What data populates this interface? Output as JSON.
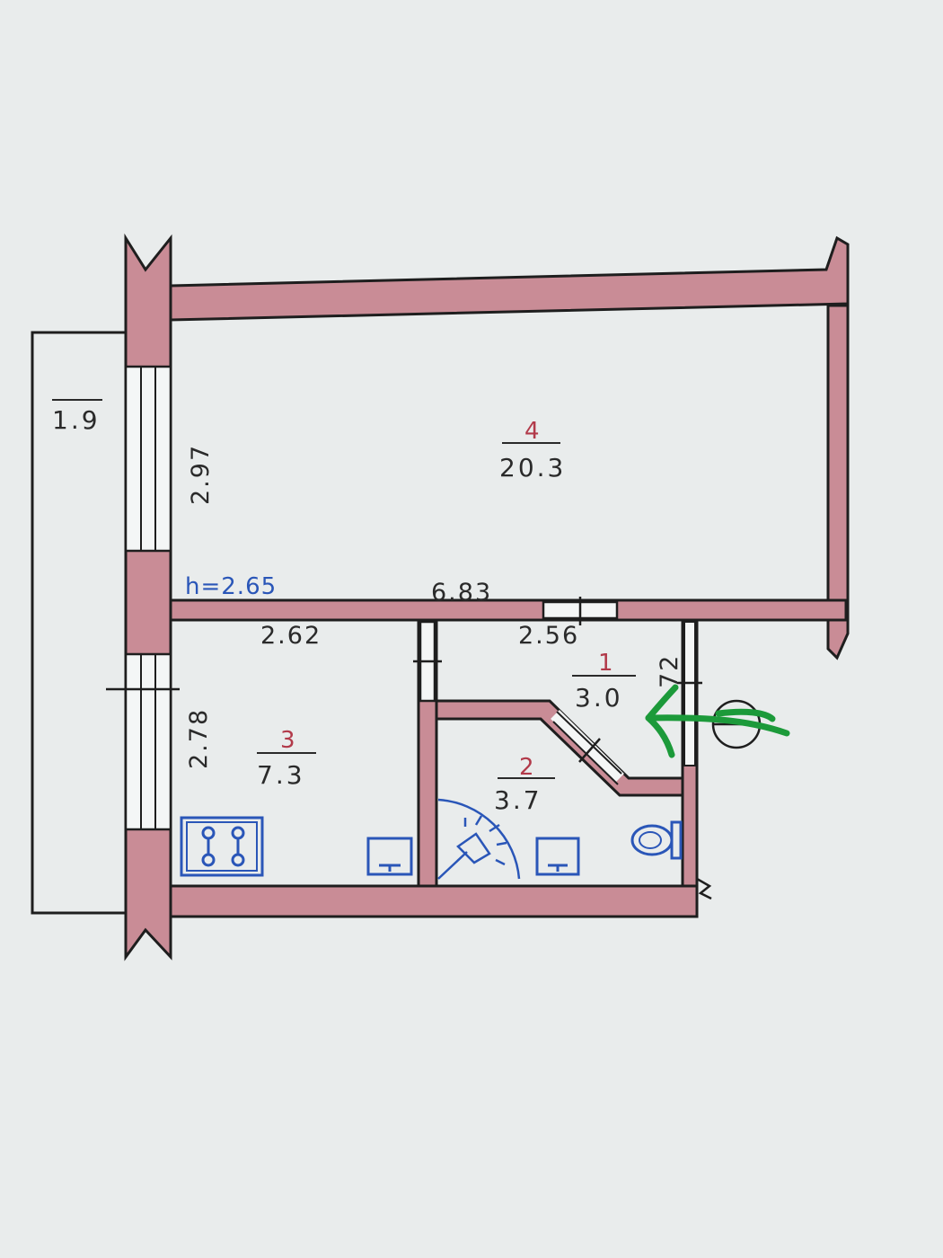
{
  "colors": {
    "paper": "#e9ecec",
    "wall_fill": "#c98c96",
    "wall_line": "#1e1e1e",
    "room_number": "#b23a4a",
    "appliance_blue": "#2a56b8",
    "height_label": "#2a56b8",
    "marker_green": "#1c9a3a"
  },
  "height_label": "h=2.65",
  "dimensions": {
    "room4_height": "2.97",
    "overall_width": "6.83",
    "room3_width": "2.62",
    "room1_width": "2.56",
    "room3_height": "2.78",
    "room1_side": "72"
  },
  "rooms": [
    {
      "number": "4",
      "area": "20.3"
    },
    {
      "number": "1",
      "area": "3.0"
    },
    {
      "number": "2",
      "area": "3.7"
    },
    {
      "number": "3",
      "area": "7.3"
    }
  ],
  "balcony": {
    "area": "1.9"
  },
  "icons": [
    "stove-icon",
    "sink-icon",
    "shower-icon",
    "toilet-icon",
    "entrance-arrow-icon"
  ]
}
